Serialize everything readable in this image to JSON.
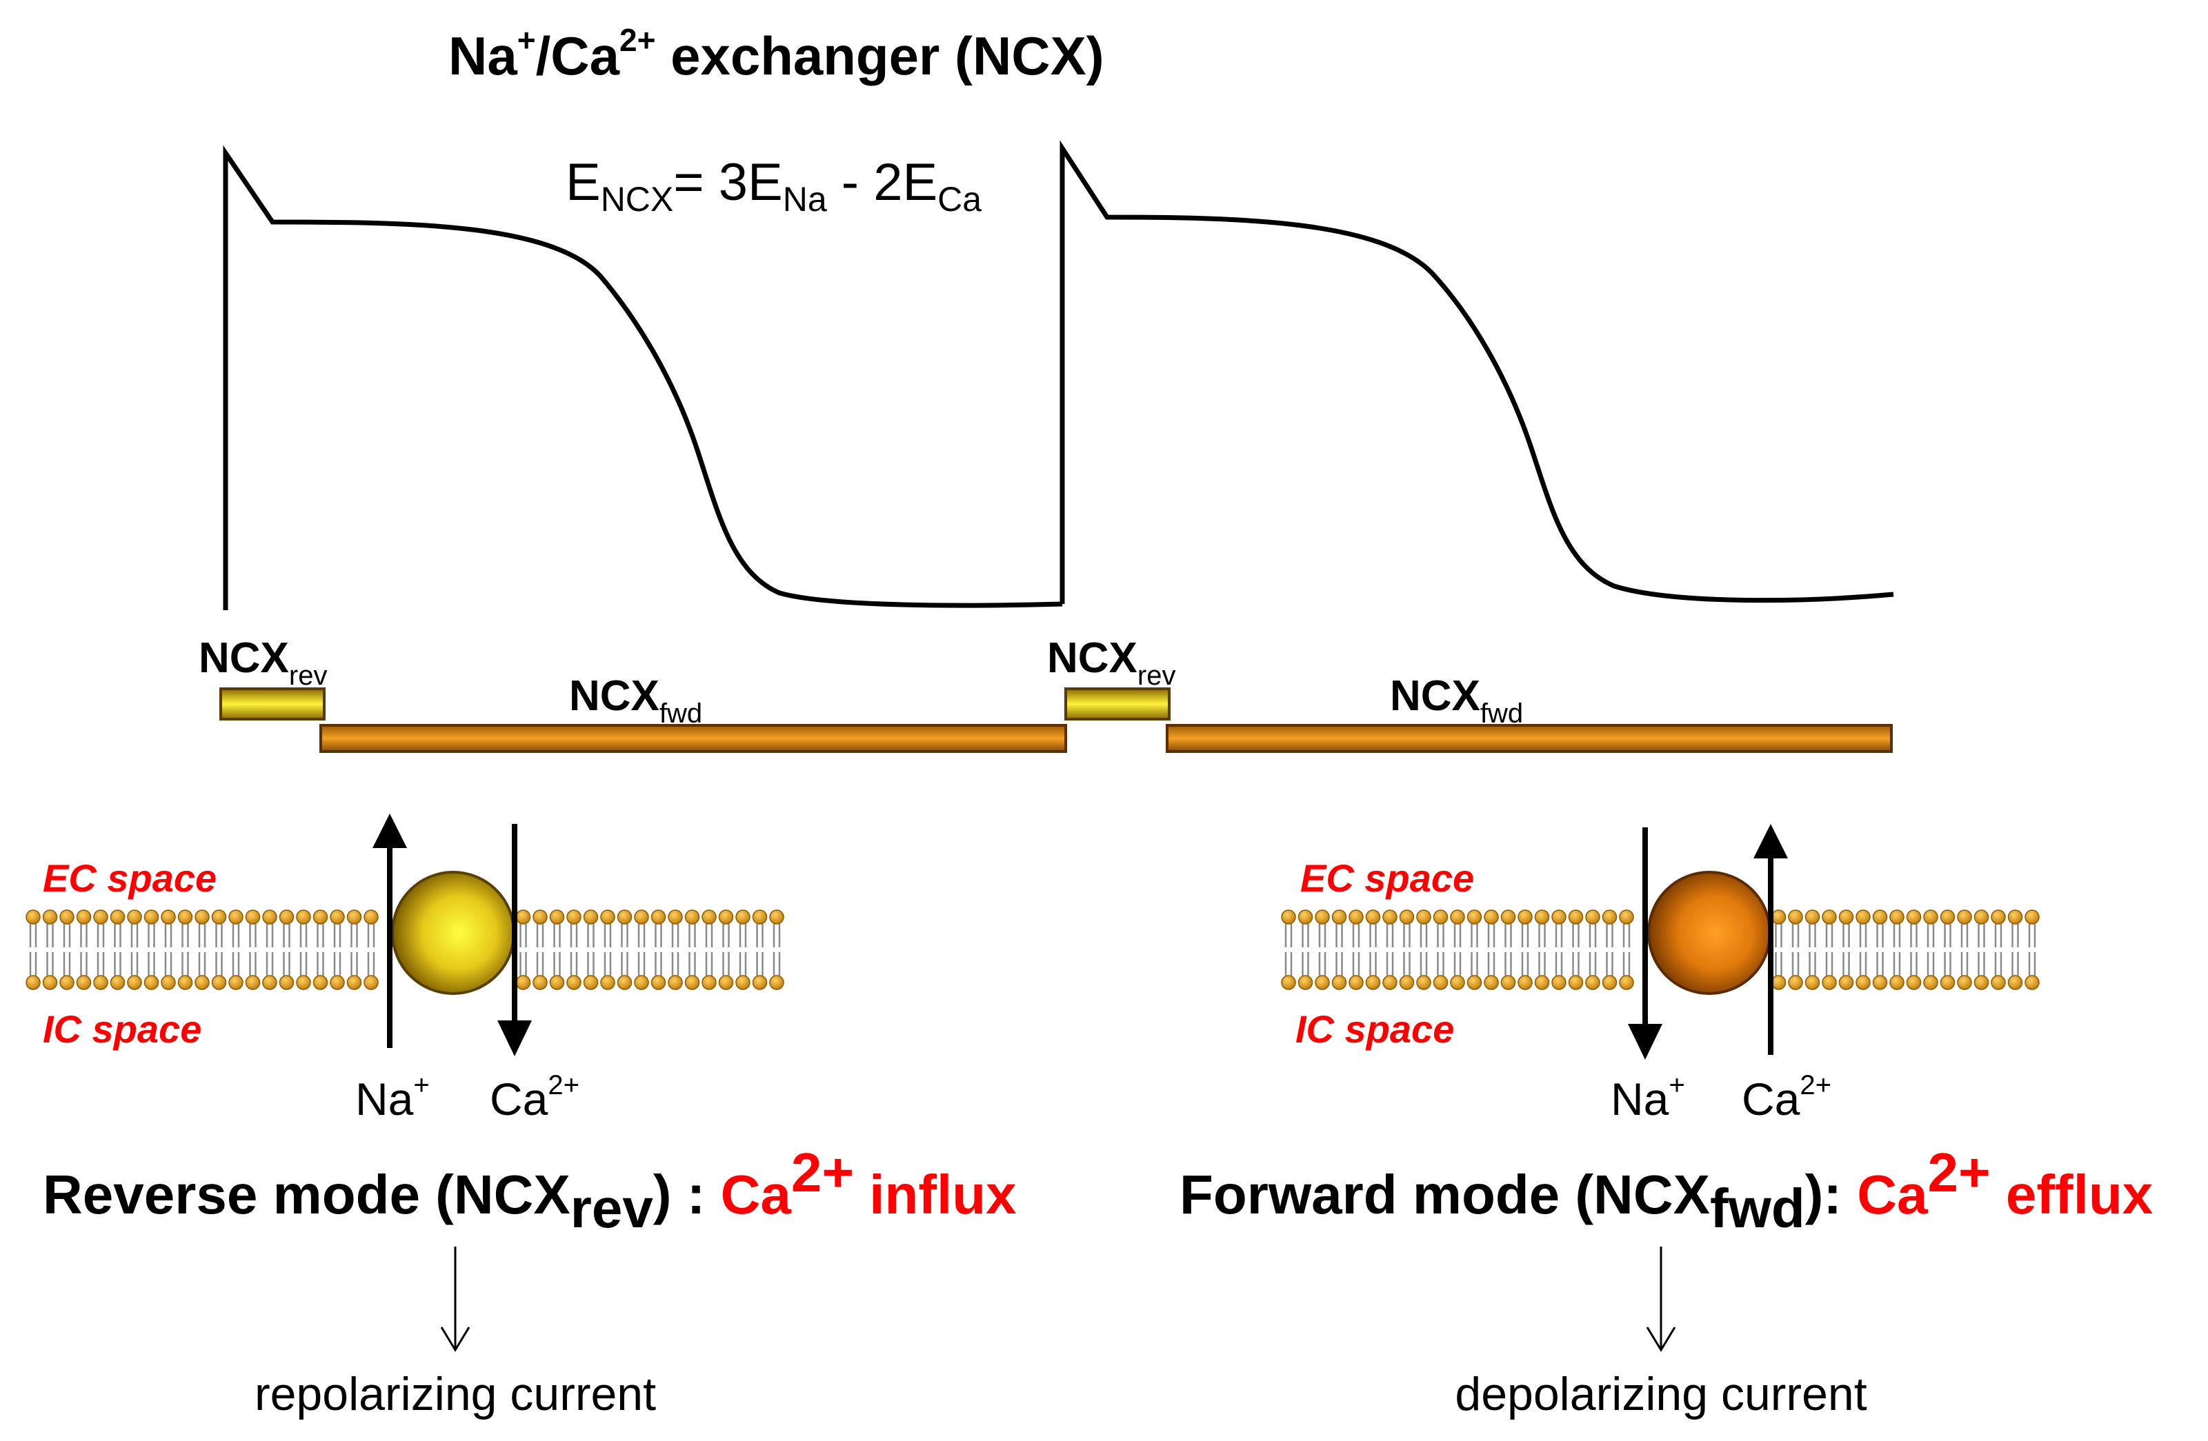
{
  "diagram": {
    "title": {
      "base": "Na",
      "sup1": "+",
      "mid": "/Ca",
      "sup2": "2+",
      "rest": " exchanger (NCX)"
    },
    "equation": {
      "e1": "E",
      "s1": "NCX",
      "eq": "= 3E",
      "s2": "Na",
      "minus": " - 2E",
      "s3": "Ca"
    },
    "bars": {
      "rev1": {
        "base": "NCX",
        "sub": "rev"
      },
      "fwd1": {
        "base": "NCX",
        "sub": "fwd"
      },
      "rev2": {
        "base": "NCX",
        "sub": "rev"
      },
      "fwd2": {
        "base": "NCX",
        "sub": "fwd"
      }
    },
    "left_panel": {
      "ec_label": "EC space",
      "ic_label": "IC space",
      "ion_na": {
        "base": "Na",
        "sup": "+"
      },
      "ion_ca": {
        "base": "Ca",
        "sup": "2+"
      },
      "mode": {
        "base": "Reverse mode (NCX",
        "sub": "rev",
        "close": ") : ",
        "red_base": "Ca",
        "red_sup": "2+",
        "red_rest": " influx"
      },
      "current": "repolarizing current"
    },
    "right_panel": {
      "ec_label": "EC space",
      "ic_label": "IC space",
      "ion_na": {
        "base": "Na",
        "sup": "+"
      },
      "ion_ca": {
        "base": "Ca",
        "sup": "2+"
      },
      "mode": {
        "base": "Forward mode (NCX",
        "sub": "fwd",
        "close": "): ",
        "red_base": "Ca",
        "red_sup": "2+",
        "red_rest": " efflux"
      },
      "current": "depolarizing current"
    },
    "colors": {
      "text": "#000000",
      "red_text": "#ff0000",
      "rev_bar": "#e6c21c",
      "fwd_bar": "#c8780c",
      "lipid_head": "#e8a41c",
      "exchanger_rev": "#f2e21a",
      "exchanger_fwd": "#ee8a10"
    }
  }
}
